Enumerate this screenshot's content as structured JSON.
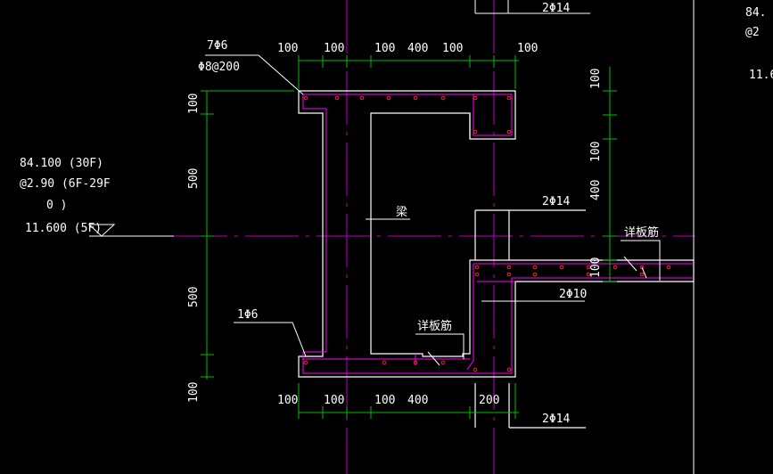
{
  "colors": {
    "background": "#000000",
    "outline": "#ffffff",
    "dimension": "#00c000",
    "axis": "#c000c0",
    "rebar": "#ff00ff",
    "bar_dot": "#ff2020"
  },
  "top_dims": [
    "100",
    "100",
    "100",
    "400",
    "100",
    "100"
  ],
  "bottom_dims": [
    "100",
    "100",
    "100",
    "400",
    "200"
  ],
  "left_dims": [
    "100",
    "500",
    "500",
    "100"
  ],
  "right_dims": [
    "100",
    "100",
    "400",
    "100"
  ],
  "labels": {
    "top_bar_a": "7Φ6",
    "top_bar_b": "Φ8@200",
    "top_right_bar": "2Φ14",
    "mid_right_bar": "2Φ14",
    "bottom_right_bar": "2Φ14",
    "step_bar": "2Φ10",
    "corner_bar": "1Φ6",
    "beam": "梁",
    "slab_rebar_1": "详板筋",
    "slab_rebar_2": "详板筋"
  },
  "elevation": {
    "line1": "84.100 (30F)",
    "line2": "@2.90 (6F-29F",
    "line3": "0 )",
    "line4": "11.600 (5F)"
  },
  "edge_texts": [
    "84.",
    "@2",
    "11.6"
  ]
}
